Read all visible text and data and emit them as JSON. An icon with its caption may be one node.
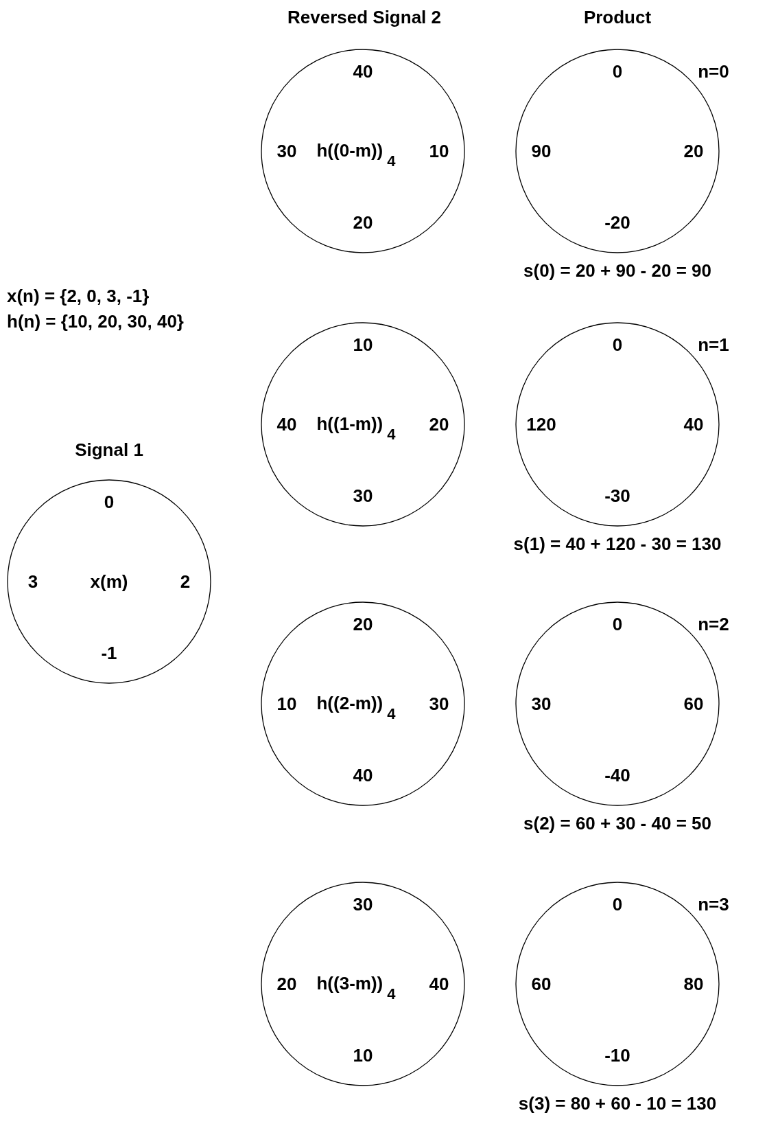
{
  "diagram": {
    "nodes": [
      {
        "text": [
          "40",
          "30",
          "h((0-m))$_{4}$",
          "10",
          "20"
        ]
      },
      {
        "text": [
          "0",
          "90",
          "20",
          "-20"
        ],
        "beside": [
          "n=0",
          "s(0) = 20 + 90 - 20 = 90"
        ]
      },
      {
        "text": [
          "10",
          "40",
          "h((1-m))$_{4}$",
          "20",
          "30"
        ]
      },
      {
        "text": [
          "0",
          "120",
          "40",
          "-30"
        ],
        "beside": [
          "n=1",
          "s(1) = 40 + 120 - 30 = 130"
        ]
      },
      {
        "text": [
          "0",
          "3",
          "x(m)",
          "2",
          "-1"
        ]
      },
      {
        "text": [
          "20",
          "10",
          "h((2-m))$_{4}$",
          "30",
          "40"
        ]
      },
      {
        "text": [
          "0",
          "30",
          "60",
          "-40"
        ],
        "beside": [
          "n=2",
          "s(2) = 60 + 30 - 40 = 50"
        ]
      },
      {
        "text": [
          "30",
          "20",
          "h((3-m))$_{4}$",
          "40",
          "10"
        ]
      },
      {
        "text": [
          "0",
          "60",
          "80",
          "-10"
        ],
        "beside": [
          "n=3",
          "s(3) = 80 + 60 - 10 = 130"
        ]
      }
    ],
    "labels": [
      "Reversed Signal 2",
      "Product",
      "x(n) = {2, 0, 3, -1}",
      "h(n) = {10, 20, 30, 40}",
      "Signal 1"
    ]
  }
}
